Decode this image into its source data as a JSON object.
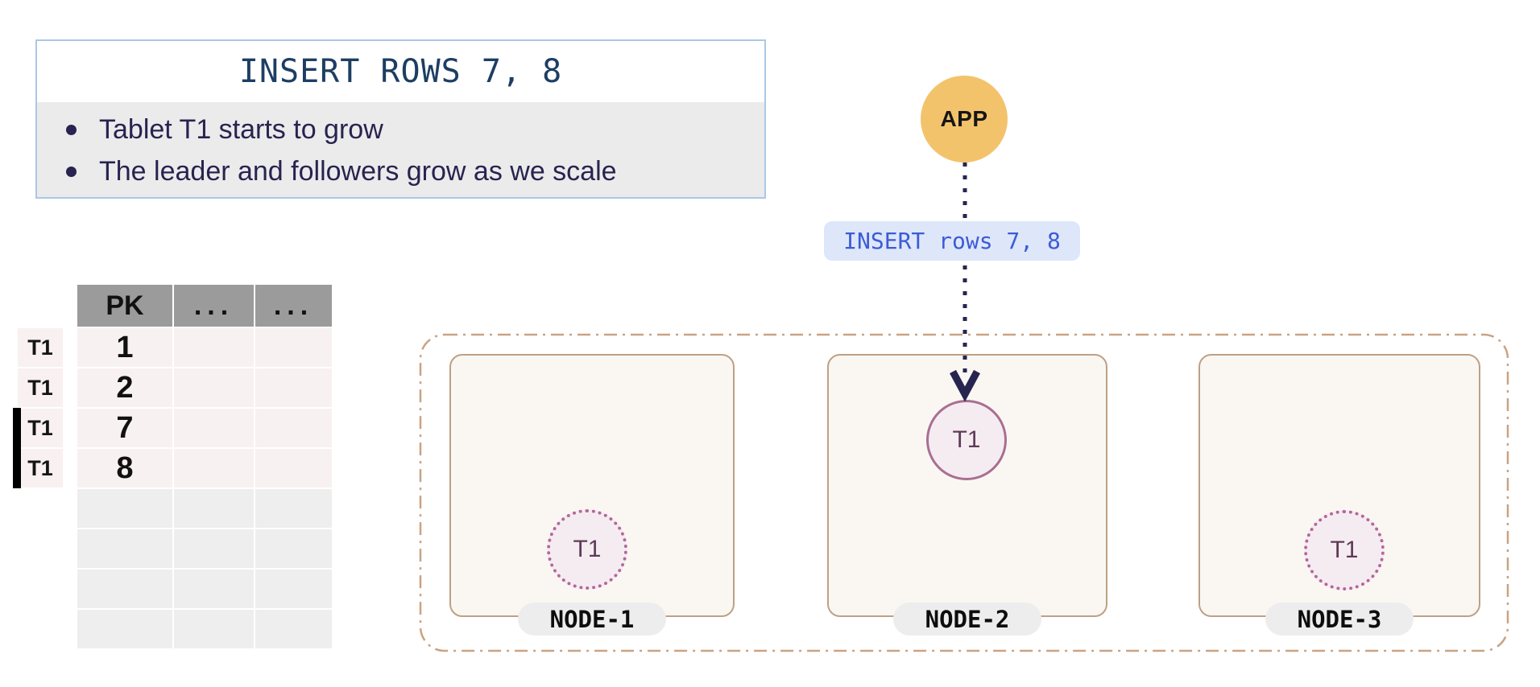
{
  "callout": {
    "title": "INSERT ROWS 7, 8",
    "bullets": [
      "Tablet T1 starts to grow",
      "The leader and followers grow as we scale"
    ]
  },
  "table": {
    "columns": [
      "PK",
      "...",
      "..."
    ],
    "rows": [
      {
        "tablet": "T1",
        "pk": "1",
        "new_row": false
      },
      {
        "tablet": "T1",
        "pk": "2",
        "new_row": false
      },
      {
        "tablet": "T1",
        "pk": "7",
        "new_row": true
      },
      {
        "tablet": "T1",
        "pk": "8",
        "new_row": true
      },
      {
        "tablet": "",
        "pk": "",
        "new_row": false
      },
      {
        "tablet": "",
        "pk": "",
        "new_row": false
      },
      {
        "tablet": "",
        "pk": "",
        "new_row": false
      },
      {
        "tablet": "",
        "pk": "",
        "new_row": false
      }
    ]
  },
  "app": {
    "label": "APP"
  },
  "request": {
    "text": "INSERT rows 7, 8"
  },
  "cluster": {
    "nodes": [
      {
        "name": "NODE-1",
        "tablet": "T1",
        "tablet_role": "follower"
      },
      {
        "name": "NODE-2",
        "tablet": "T1",
        "tablet_role": "leader"
      },
      {
        "name": "NODE-3",
        "tablet": "T1",
        "tablet_role": "follower"
      }
    ]
  },
  "colors": {
    "callout_border": "#abc7e8",
    "callout_title_text": "#1d3e63",
    "bullet_text": "#282350",
    "bullet_band_bg": "#ebebeb",
    "table_header_bg": "#9b9b9b",
    "table_row_pink": "#f8f1f1",
    "table_row_empty_gray": "#eeeeee",
    "new_row_marker": "#000000",
    "app_circle_fill": "#f3c36b",
    "arrow": "#262550",
    "request_bg": "#dee7f9",
    "request_text": "#3c5bd7",
    "cluster_border": "#c9a383",
    "node_fill": "#faf7f3",
    "node_border": "#bfa084",
    "tablet_fill": "#f5ecf2",
    "tablet_leader_border": "#a96f92",
    "tablet_follower_border": "#b4679a",
    "tablet_text": "#5e3a57",
    "node_pill_bg": "#ededed"
  }
}
